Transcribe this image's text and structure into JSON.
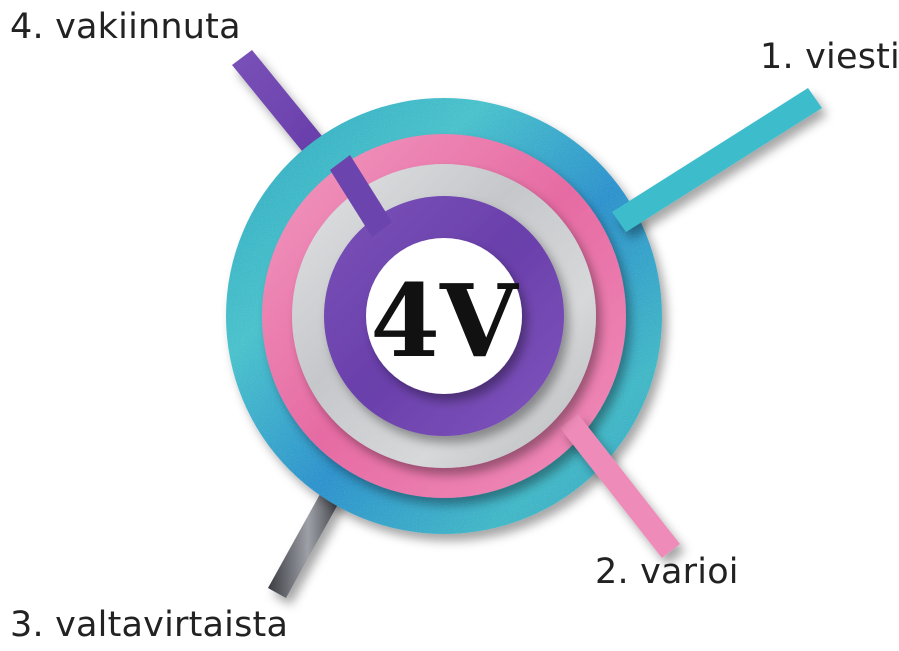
{
  "labels": {
    "step1": "1. viesti",
    "step2": "2. varioi",
    "step3": "3. valtavirtaista",
    "step4": "4. vakiinnuta"
  },
  "logo": {
    "text": "4V"
  },
  "colors": {
    "teal": "#2fb3c4",
    "pink": "#e86fa5",
    "silver": "#cfd1d4",
    "purple": "#7048b0",
    "dark": "#2f3136"
  }
}
